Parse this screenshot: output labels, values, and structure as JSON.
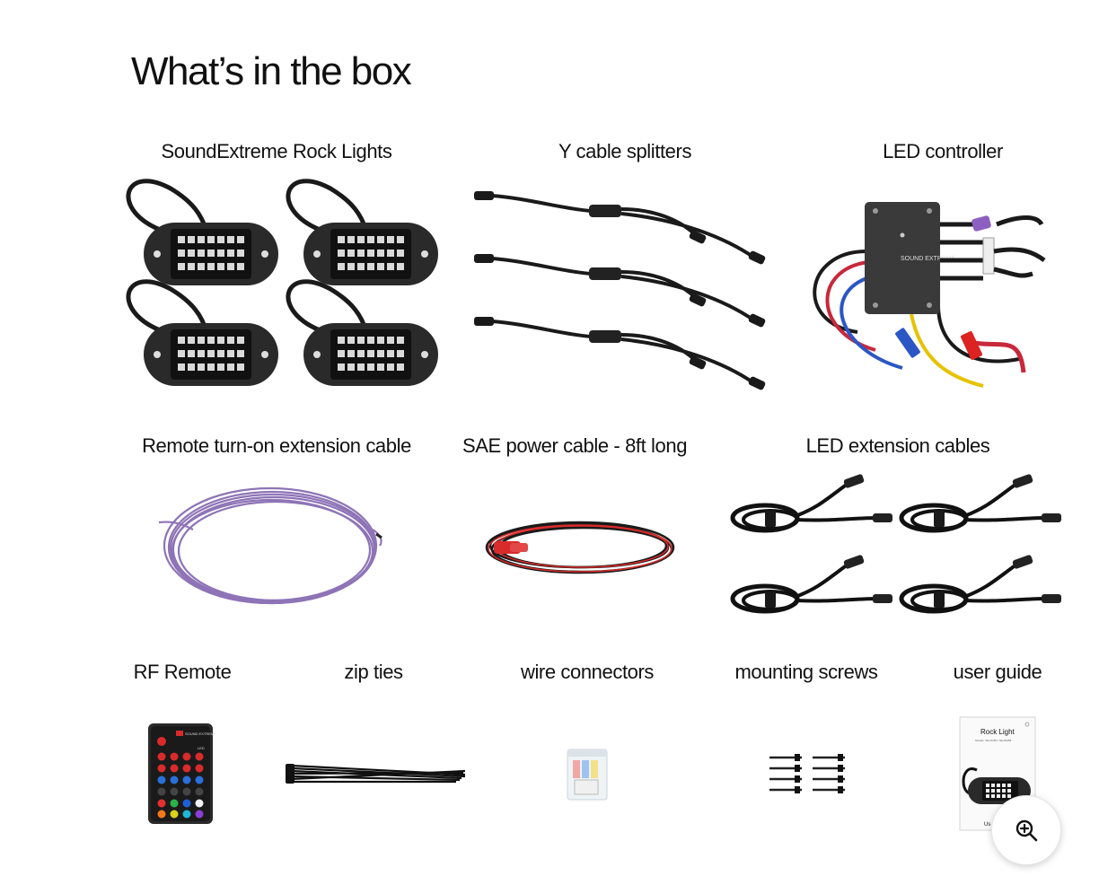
{
  "section": {
    "title": "What’s in the box"
  },
  "items": [
    {
      "label": "SoundExtreme Rock Lights"
    },
    {
      "label": "Y cable splitters"
    },
    {
      "label": "LED controller"
    },
    {
      "label": "Remote turn-on extension cable"
    },
    {
      "label": "SAE power cable - 8ft long"
    },
    {
      "label": "LED extension cables"
    },
    {
      "label": "RF Remote"
    },
    {
      "label": "zip ties"
    },
    {
      "label": "wire connectors"
    },
    {
      "label": "mounting screws"
    },
    {
      "label": "user guide"
    }
  ],
  "controller_brand": "SOUND EXTREME",
  "remote_brand": "SOUND EXTREME",
  "remote_led_label": "LED",
  "guide": {
    "title": "Rock Light",
    "subtitle": "Models: SE-RGB4 / SE-RGB8",
    "footer": "Us"
  },
  "zoom_button": {
    "icon": "zoom-in-icon"
  },
  "colors": {
    "purple_wire": "#8e74b6",
    "sae_red": "#d92b2b",
    "text": "#111111"
  }
}
